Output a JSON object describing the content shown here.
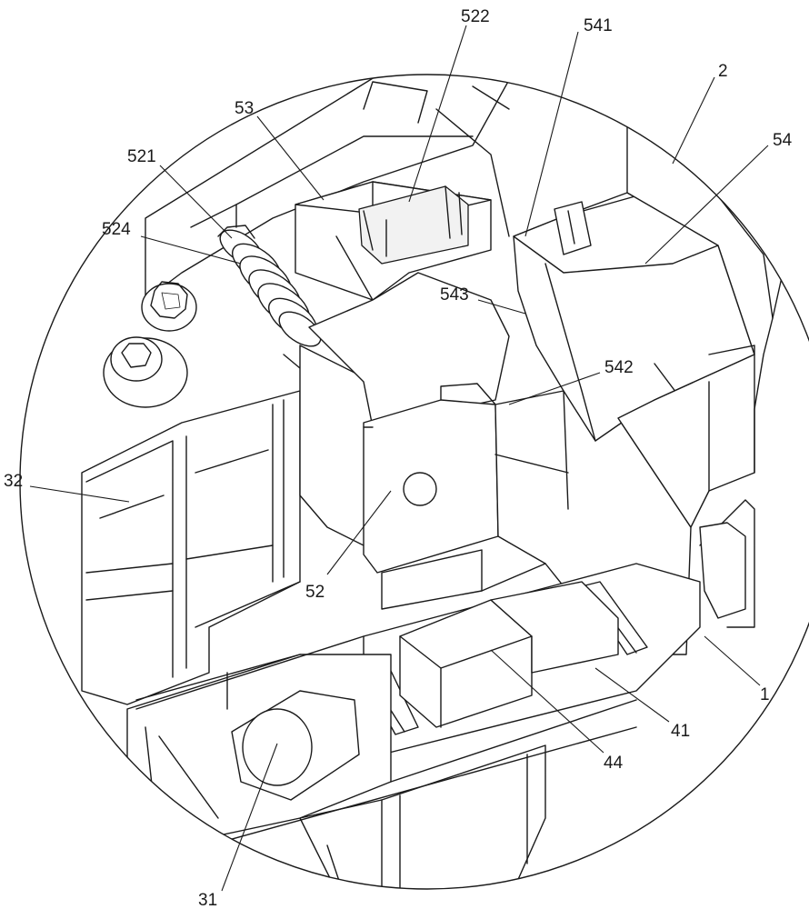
{
  "figure": {
    "labels": {
      "l522": "522",
      "l541": "541",
      "l2": "2",
      "l53": "53",
      "l54": "54",
      "l521": "521",
      "l524": "524",
      "l543": "543",
      "l542": "542",
      "l32": "32",
      "l52": "52",
      "l1": "1",
      "l41": "41",
      "l44": "44",
      "l31": "31"
    }
  }
}
